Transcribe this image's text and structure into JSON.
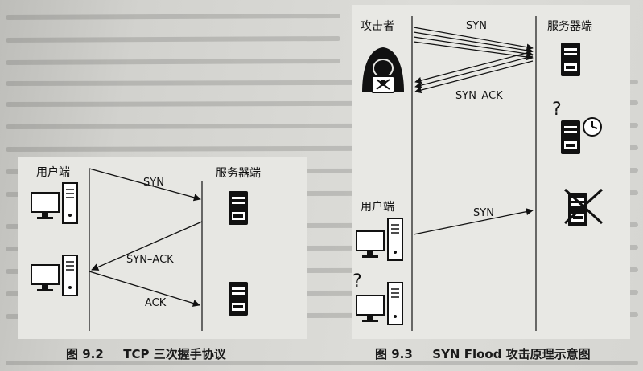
{
  "figure_left": {
    "caption_num": "图 9.2",
    "caption_text": "TCP 三次握手协议",
    "client_label": "用户端",
    "server_label": "服务器端",
    "messages": [
      "SYN",
      "SYN–ACK",
      "ACK"
    ]
  },
  "figure_right": {
    "caption_num": "图 9.3",
    "caption_text": "SYN Flood 攻击原理示意图",
    "attacker_label": "攻击者",
    "server_label": "服务器端",
    "client_label": "用户端",
    "messages": [
      "SYN",
      "SYN–ACK",
      "SYN"
    ],
    "question_mark": "?"
  },
  "colors": {
    "ink": "#111111",
    "line": "#2b2b2b",
    "paper": "#e8e8e4"
  }
}
